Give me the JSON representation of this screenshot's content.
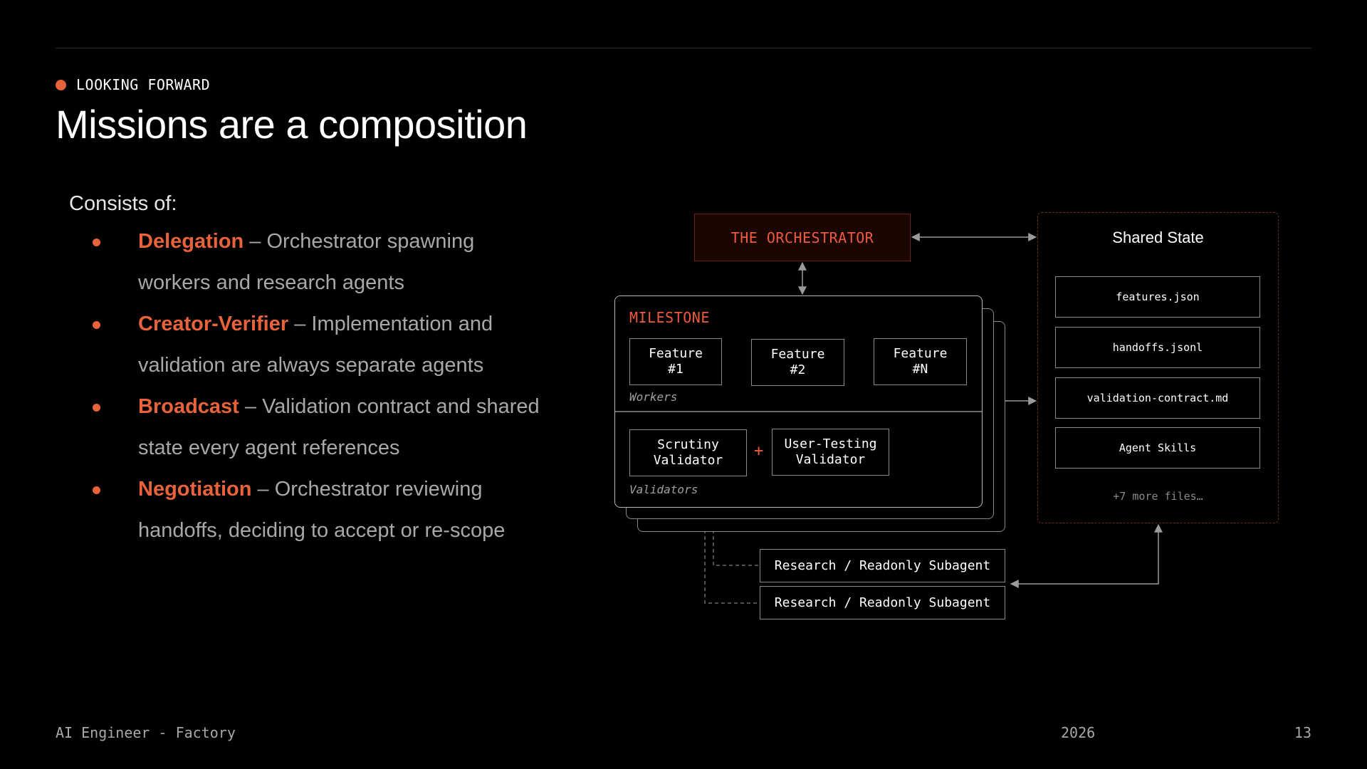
{
  "header": {
    "eyebrow": "LOOKING FORWARD",
    "title": "Missions are a composition"
  },
  "content": {
    "intro": "Consists of:",
    "bullets": [
      {
        "term": "Delegation",
        "text": " – Orchestrator spawning workers and research agents"
      },
      {
        "term": "Creator-Verifier",
        "text": " – Implementation and validation are always separate agents"
      },
      {
        "term": "Broadcast",
        "text": " – Validation contract and shared state every agent references"
      },
      {
        "term": "Negotiation",
        "text": " – Orchestrator reviewing handoffs, deciding to accept or re-scope"
      }
    ]
  },
  "diagram": {
    "orchestrator": "THE ORCHESTRATOR",
    "milestone": {
      "label": "MILESTONE",
      "features": [
        "Feature\n#1",
        "Feature\n#2",
        "Feature\n#N"
      ],
      "workers_caption": "Workers",
      "validators": [
        "Scrutiny\nValidator",
        "User-Testing\nValidator"
      ],
      "plus": "+",
      "validators_caption": "Validators"
    },
    "shared_state": {
      "title": "Shared State",
      "files": [
        "features.json",
        "handoffs.jsonl",
        "validation-contract.md",
        "Agent Skills"
      ],
      "more": "+7 more files…"
    },
    "subagents": [
      "Research / Readonly Subagent",
      "Research / Readonly Subagent"
    ],
    "colors": {
      "accent": "#e8623a",
      "orchestrator_text": "#ef5a3c",
      "line": "#9a9a9a"
    }
  },
  "footer": {
    "left": "AI Engineer - Factory",
    "year": "2026",
    "page": "13"
  }
}
